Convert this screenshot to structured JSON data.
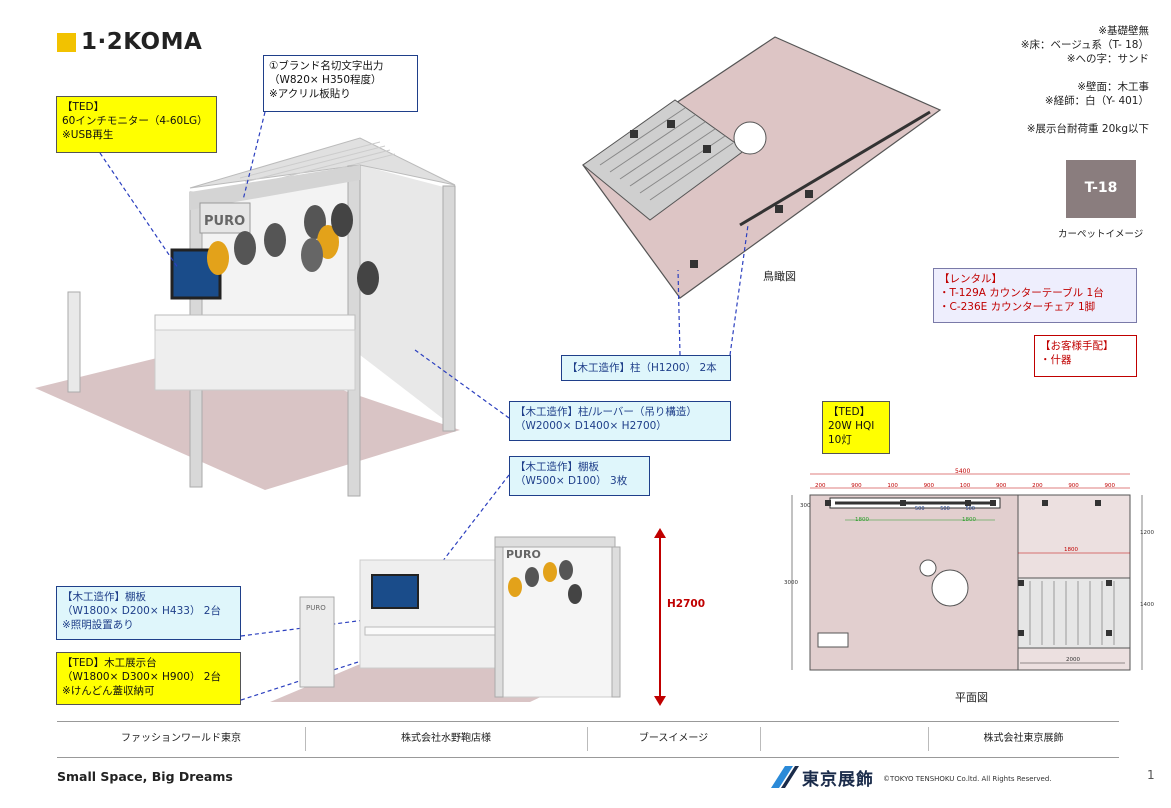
{
  "logo": {
    "text": "1·2KOMA"
  },
  "notes": {
    "ted_monitor": {
      "tag": "【TED】",
      "lines": [
        "60インチモニター（4-60LG）",
        "※USB再生"
      ]
    },
    "brand_sign": {
      "lines": [
        "①ブランド名切文字出力",
        "（W820× H350程度）",
        "※アクリル板貼り"
      ]
    },
    "pillar": {
      "text": "【木工造作】柱（H1200） 2本"
    },
    "louver": {
      "lines": [
        "【木工造作】柱/ルーバー（吊り構造）",
        "（W2000× D1400× H2700）"
      ]
    },
    "shelf_small": {
      "lines": [
        "【木工造作】棚板",
        "（W500× D100） 3枚"
      ]
    },
    "shelf_large": {
      "lines": [
        "【木工造作】棚板",
        "（W1800× D200× H433） 2台",
        "※照明設置あり"
      ]
    },
    "display_stand": {
      "tag": "【TED】",
      "lines": [
        "木工展示台",
        "（W1800× D300× H900） 2台",
        "※けんどん蓋収納可"
      ]
    },
    "light": {
      "tag": "【TED】",
      "lines": [
        "20W HQI",
        "10灯"
      ]
    },
    "rental": {
      "title": "【レンタル】",
      "items": [
        "・T-129A カウンターテーブル 1台",
        "・C-236E カウンターチェア 1脚"
      ]
    },
    "customer": {
      "title": "【お客様手配】",
      "items": [
        "・什器"
      ]
    }
  },
  "specs": [
    "※基礎壁無",
    "※床：ベージュ系（T- 18）",
    "※への字：サンド",
    "",
    "※壁面：木工事",
    "※経師：白（Y- 401）",
    "",
    "※展示台耐荷重 20kg以下"
  ],
  "carpet": {
    "code": "T-18",
    "caption": "カーペットイメージ"
  },
  "captions": {
    "birds_eye": "鳥瞰図",
    "floor_plan": "平面図"
  },
  "height_label": "H2700",
  "booth_brand": "PURO",
  "floor_plan": {
    "dims_top": [
      "5400"
    ],
    "dims_sub": [
      "200",
      "900",
      "100",
      "900",
      "100",
      "900",
      "200",
      "900",
      "900"
    ],
    "dims_mid": [
      "1800",
      "1800"
    ],
    "dims_small": [
      "500",
      "500",
      "500"
    ],
    "dim_height": "3000",
    "dim_right": [
      "1200",
      "1400"
    ],
    "dim_inner": "1800",
    "dim_bottom": "2000",
    "dim_left": "300"
  },
  "footer": {
    "cells": [
      "ファッションワールド東京",
      "株式会社水野鞄店様",
      "ブースイメージ",
      "",
      "株式会社東京展飾"
    ],
    "slogan": "Small Space, Big Dreams",
    "company": "東京展飾",
    "copyright": "©TOKYO TENSHOKU Co.ltd. All Rights Reserved.",
    "page": "1"
  },
  "colors": {
    "accent_yellow": "#f2c200",
    "floor": "#e2cfcf",
    "note_blue": "#1f3f8a",
    "red": "#c00000"
  }
}
